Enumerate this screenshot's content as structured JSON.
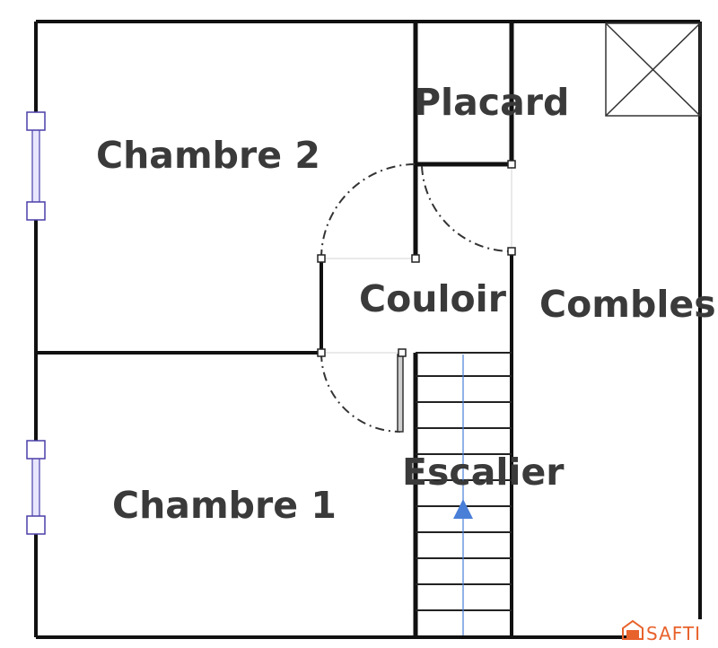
{
  "plan": {
    "rooms": [
      {
        "id": "chambre-2",
        "label": "Chambre 2"
      },
      {
        "id": "placard",
        "label": "Placard"
      },
      {
        "id": "couloir",
        "label": "Couloir"
      },
      {
        "id": "combles",
        "label": "Combles"
      },
      {
        "id": "escalier",
        "label": "Escalier"
      },
      {
        "id": "chambre-1",
        "label": "Chambre 1"
      }
    ],
    "colors": {
      "wall": "#111111",
      "label": "#3a3a3a",
      "window": "#4a3fa8",
      "stair_arrow": "#4a7fd8",
      "brand": "#e8622c"
    }
  },
  "brand": {
    "name": "SAFTI"
  }
}
